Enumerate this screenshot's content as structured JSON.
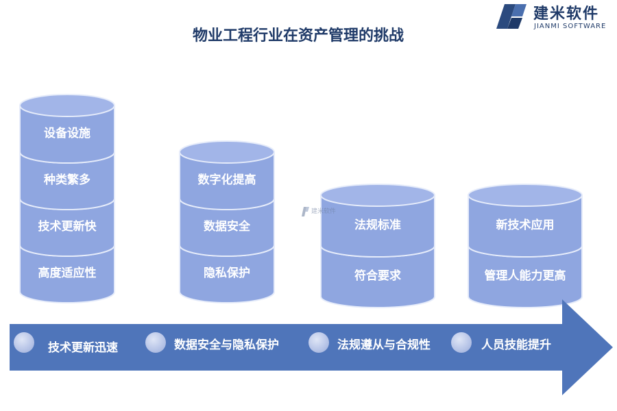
{
  "title": "物业工程行业在资产管理的挑战",
  "logo": {
    "name": "建米软件",
    "subtitle": "JIANMI SOFTWARE",
    "icon": "jianmi-logo-icon"
  },
  "watermark": {
    "text": "建米软件",
    "icon": "jianmi-logo-icon"
  },
  "colors": {
    "cylinder_side": "#8fa6e0",
    "cylinder_top": "#a2b5e8",
    "cylinder_edge": "#e6ecfa",
    "arrow": "#4f75ba",
    "title": "#1f3a68"
  },
  "stacks": [
    {
      "segments": [
        "设备设施",
        "种类繁多",
        "技术更新快",
        "高度适应性"
      ]
    },
    {
      "segments": [
        "数字化提高",
        "数据安全",
        "隐私保护"
      ]
    },
    {
      "segments": [
        "法规标准",
        "符合要求"
      ]
    },
    {
      "segments": [
        "新技术应用",
        "管理人能力更高"
      ]
    }
  ],
  "arrow_items": [
    "技术更新迅速",
    "数据安全与隐私保护",
    "法规遵从与合规性",
    "人员技能提升"
  ]
}
